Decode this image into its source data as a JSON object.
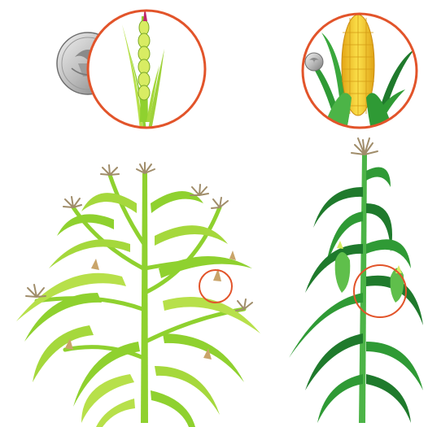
{
  "illustration": {
    "left_plant": {
      "name": "branched-grass-plant",
      "inset": "small-ear-with-quarter"
    },
    "right_plant": {
      "name": "modern-corn-plant",
      "inset": "corn-cob-with-quarter"
    }
  },
  "colors": {
    "background": "#ffffff",
    "inset_ring": "#e2542a",
    "pale_green_leaf": "#8fd12f",
    "light_green_leaf": "#b7e04a",
    "dark_green_leaf": "#1f7a2c",
    "mid_green_leaf": "#2f9a35",
    "corn_kernel": "#f7c928",
    "tassel": "#a08d6a",
    "silk": "#c9a46a",
    "coin_silver": "#c7c7c7"
  },
  "coin": {
    "type": "quarter",
    "motif": "eagle",
    "label": "quarter-coin"
  }
}
